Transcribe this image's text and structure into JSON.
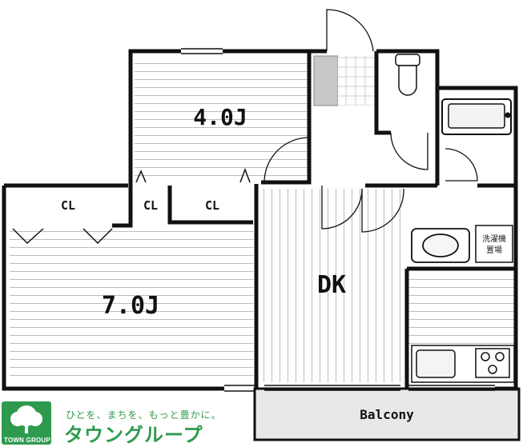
{
  "rooms": {
    "bedroom_small": "4.0J",
    "bedroom_large": "7.0J",
    "dining_kitchen": "DK",
    "balcony": "Balcony",
    "closet_1": "CL",
    "closet_2": "CL",
    "closet_3": "CL"
  },
  "fixtures": {
    "washer_top": "洗濯機",
    "washer_bottom": "置場"
  },
  "logo": {
    "slogan": "ひとを、まちを、もっと豊かに。",
    "brand": "タウングループ",
    "group_name": "TOWN GROUP"
  },
  "colors": {
    "wall": "#111111",
    "floor_line": "#b8b8b8",
    "balcony_fill": "#e8e8e8",
    "entry_fill": "#c8c8c8",
    "logo_green": "#2e9a4d"
  }
}
